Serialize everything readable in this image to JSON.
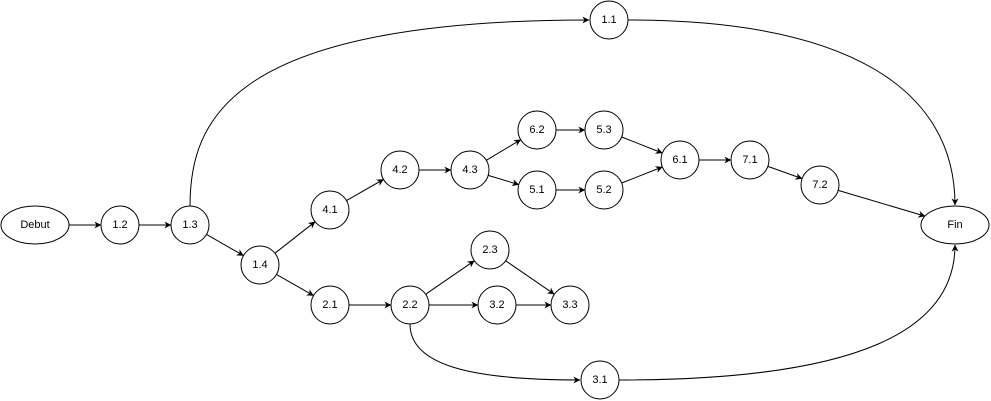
{
  "diagram": {
    "nodes": [
      {
        "id": "debut",
        "label": "Debut",
        "shape": "ellipse"
      },
      {
        "id": "n12",
        "label": "1.2",
        "shape": "circle"
      },
      {
        "id": "n13",
        "label": "1.3",
        "shape": "circle"
      },
      {
        "id": "n11",
        "label": "1.1",
        "shape": "circle"
      },
      {
        "id": "n14",
        "label": "1.4",
        "shape": "circle"
      },
      {
        "id": "n41",
        "label": "4.1",
        "shape": "circle"
      },
      {
        "id": "n42",
        "label": "4.2",
        "shape": "circle"
      },
      {
        "id": "n43",
        "label": "4.3",
        "shape": "circle"
      },
      {
        "id": "n62",
        "label": "6.2",
        "shape": "circle"
      },
      {
        "id": "n53",
        "label": "5.3",
        "shape": "circle"
      },
      {
        "id": "n51",
        "label": "5.1",
        "shape": "circle"
      },
      {
        "id": "n52",
        "label": "5.2",
        "shape": "circle"
      },
      {
        "id": "n61",
        "label": "6.1",
        "shape": "circle"
      },
      {
        "id": "n71",
        "label": "7.1",
        "shape": "circle"
      },
      {
        "id": "n72",
        "label": "7.2",
        "shape": "circle"
      },
      {
        "id": "fin",
        "label": "Fin",
        "shape": "ellipse"
      },
      {
        "id": "n21",
        "label": "2.1",
        "shape": "circle"
      },
      {
        "id": "n22",
        "label": "2.2",
        "shape": "circle"
      },
      {
        "id": "n23",
        "label": "2.3",
        "shape": "circle"
      },
      {
        "id": "n32",
        "label": "3.2",
        "shape": "circle"
      },
      {
        "id": "n33",
        "label": "3.3",
        "shape": "circle"
      },
      {
        "id": "n31",
        "label": "3.1",
        "shape": "circle"
      }
    ],
    "edges": [
      {
        "from": "debut",
        "to": "n12"
      },
      {
        "from": "n12",
        "to": "n13"
      },
      {
        "from": "n13",
        "to": "n11"
      },
      {
        "from": "n13",
        "to": "n14"
      },
      {
        "from": "n11",
        "to": "fin"
      },
      {
        "from": "n14",
        "to": "n41"
      },
      {
        "from": "n14",
        "to": "n21"
      },
      {
        "from": "n41",
        "to": "n42"
      },
      {
        "from": "n42",
        "to": "n43"
      },
      {
        "from": "n43",
        "to": "n62"
      },
      {
        "from": "n43",
        "to": "n51"
      },
      {
        "from": "n62",
        "to": "n53"
      },
      {
        "from": "n51",
        "to": "n52"
      },
      {
        "from": "n53",
        "to": "n61"
      },
      {
        "from": "n52",
        "to": "n61"
      },
      {
        "from": "n61",
        "to": "n71"
      },
      {
        "from": "n71",
        "to": "n72"
      },
      {
        "from": "n72",
        "to": "fin"
      },
      {
        "from": "n21",
        "to": "n22"
      },
      {
        "from": "n22",
        "to": "n23"
      },
      {
        "from": "n22",
        "to": "n32"
      },
      {
        "from": "n22",
        "to": "n31"
      },
      {
        "from": "n23",
        "to": "n33"
      },
      {
        "from": "n32",
        "to": "n33"
      },
      {
        "from": "n31",
        "to": "fin"
      }
    ]
  }
}
